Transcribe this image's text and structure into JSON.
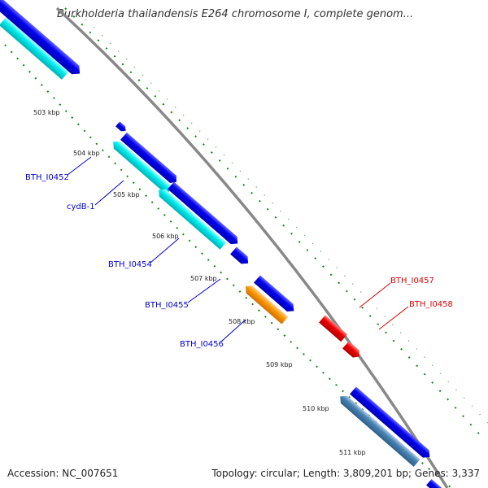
{
  "title": "Burkholderia thailandensis E264 chromosome I, complete genom...",
  "footer": {
    "accession": "Accession: NC_007651",
    "summary": "Topology: circular; Length: 3,809,201 bp; Genes: 3,337"
  },
  "ticks": [
    "503 kbp",
    "504 kbp",
    "505 kbp",
    "506 kbp",
    "507 kbp",
    "508 kbp",
    "509 kbp",
    "510 kbp",
    "511 kbp"
  ],
  "gene_labels": [
    {
      "text": "BTH_I0452",
      "color": "#0000cc"
    },
    {
      "text": "cydB-1",
      "color": "#0000cc"
    },
    {
      "text": "BTH_I0454",
      "color": "#0000cc"
    },
    {
      "text": "BTH_I0455",
      "color": "#0000cc"
    },
    {
      "text": "BTH_I0456",
      "color": "#0000cc"
    },
    {
      "text": "BTH_I0457",
      "color": "#dd0000"
    },
    {
      "text": "BTH_I0458",
      "color": "#dd0000"
    }
  ],
  "colors": {
    "backbone": "#8a8a8a",
    "forward_cds": "#0000ee",
    "reverse_cds": "#00e5ee",
    "orange_cds": "#ff9900",
    "red_cds": "#ee0000",
    "steel_cds": "#4682b4",
    "tick_dots": "#118811"
  }
}
